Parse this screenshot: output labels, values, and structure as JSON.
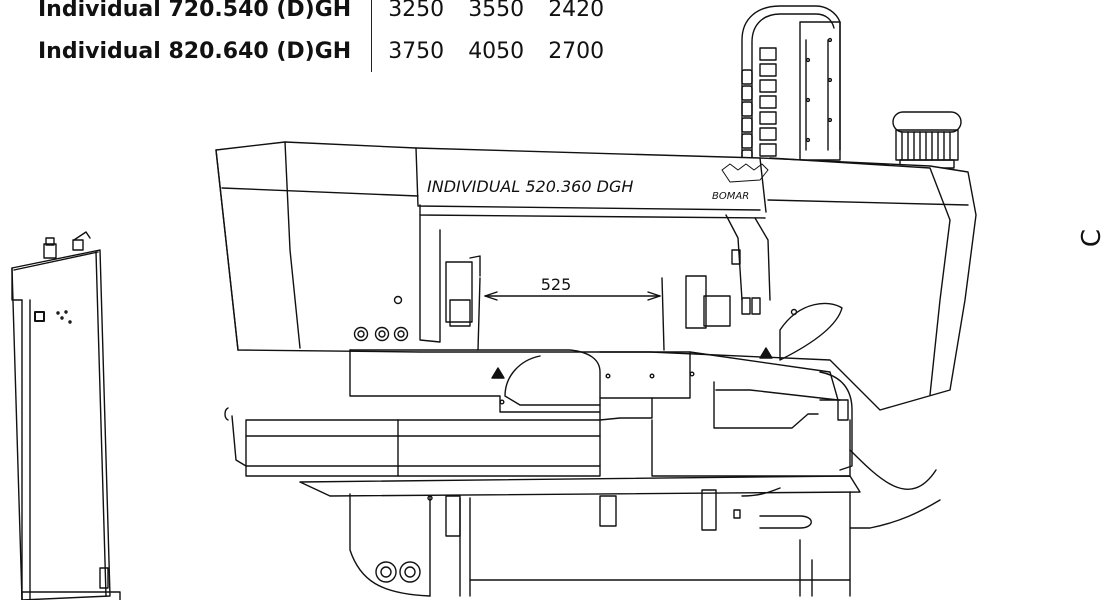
{
  "spec_table": {
    "rows": [
      {
        "model": "Individual 720.540 (D)GH",
        "v1": "3250",
        "v2": "3550",
        "v3": "2420"
      },
      {
        "model": "Individual 820.640 (D)GH",
        "v1": "3750",
        "v2": "4050",
        "v3": "2700"
      }
    ]
  },
  "machine": {
    "model_label": "INDIVIDUAL  520.360  DGH",
    "brand_label": "BOMAR",
    "dimension_label": "525",
    "edge_label": "C"
  },
  "colors": {
    "line": "#111111",
    "background": "#ffffff"
  }
}
